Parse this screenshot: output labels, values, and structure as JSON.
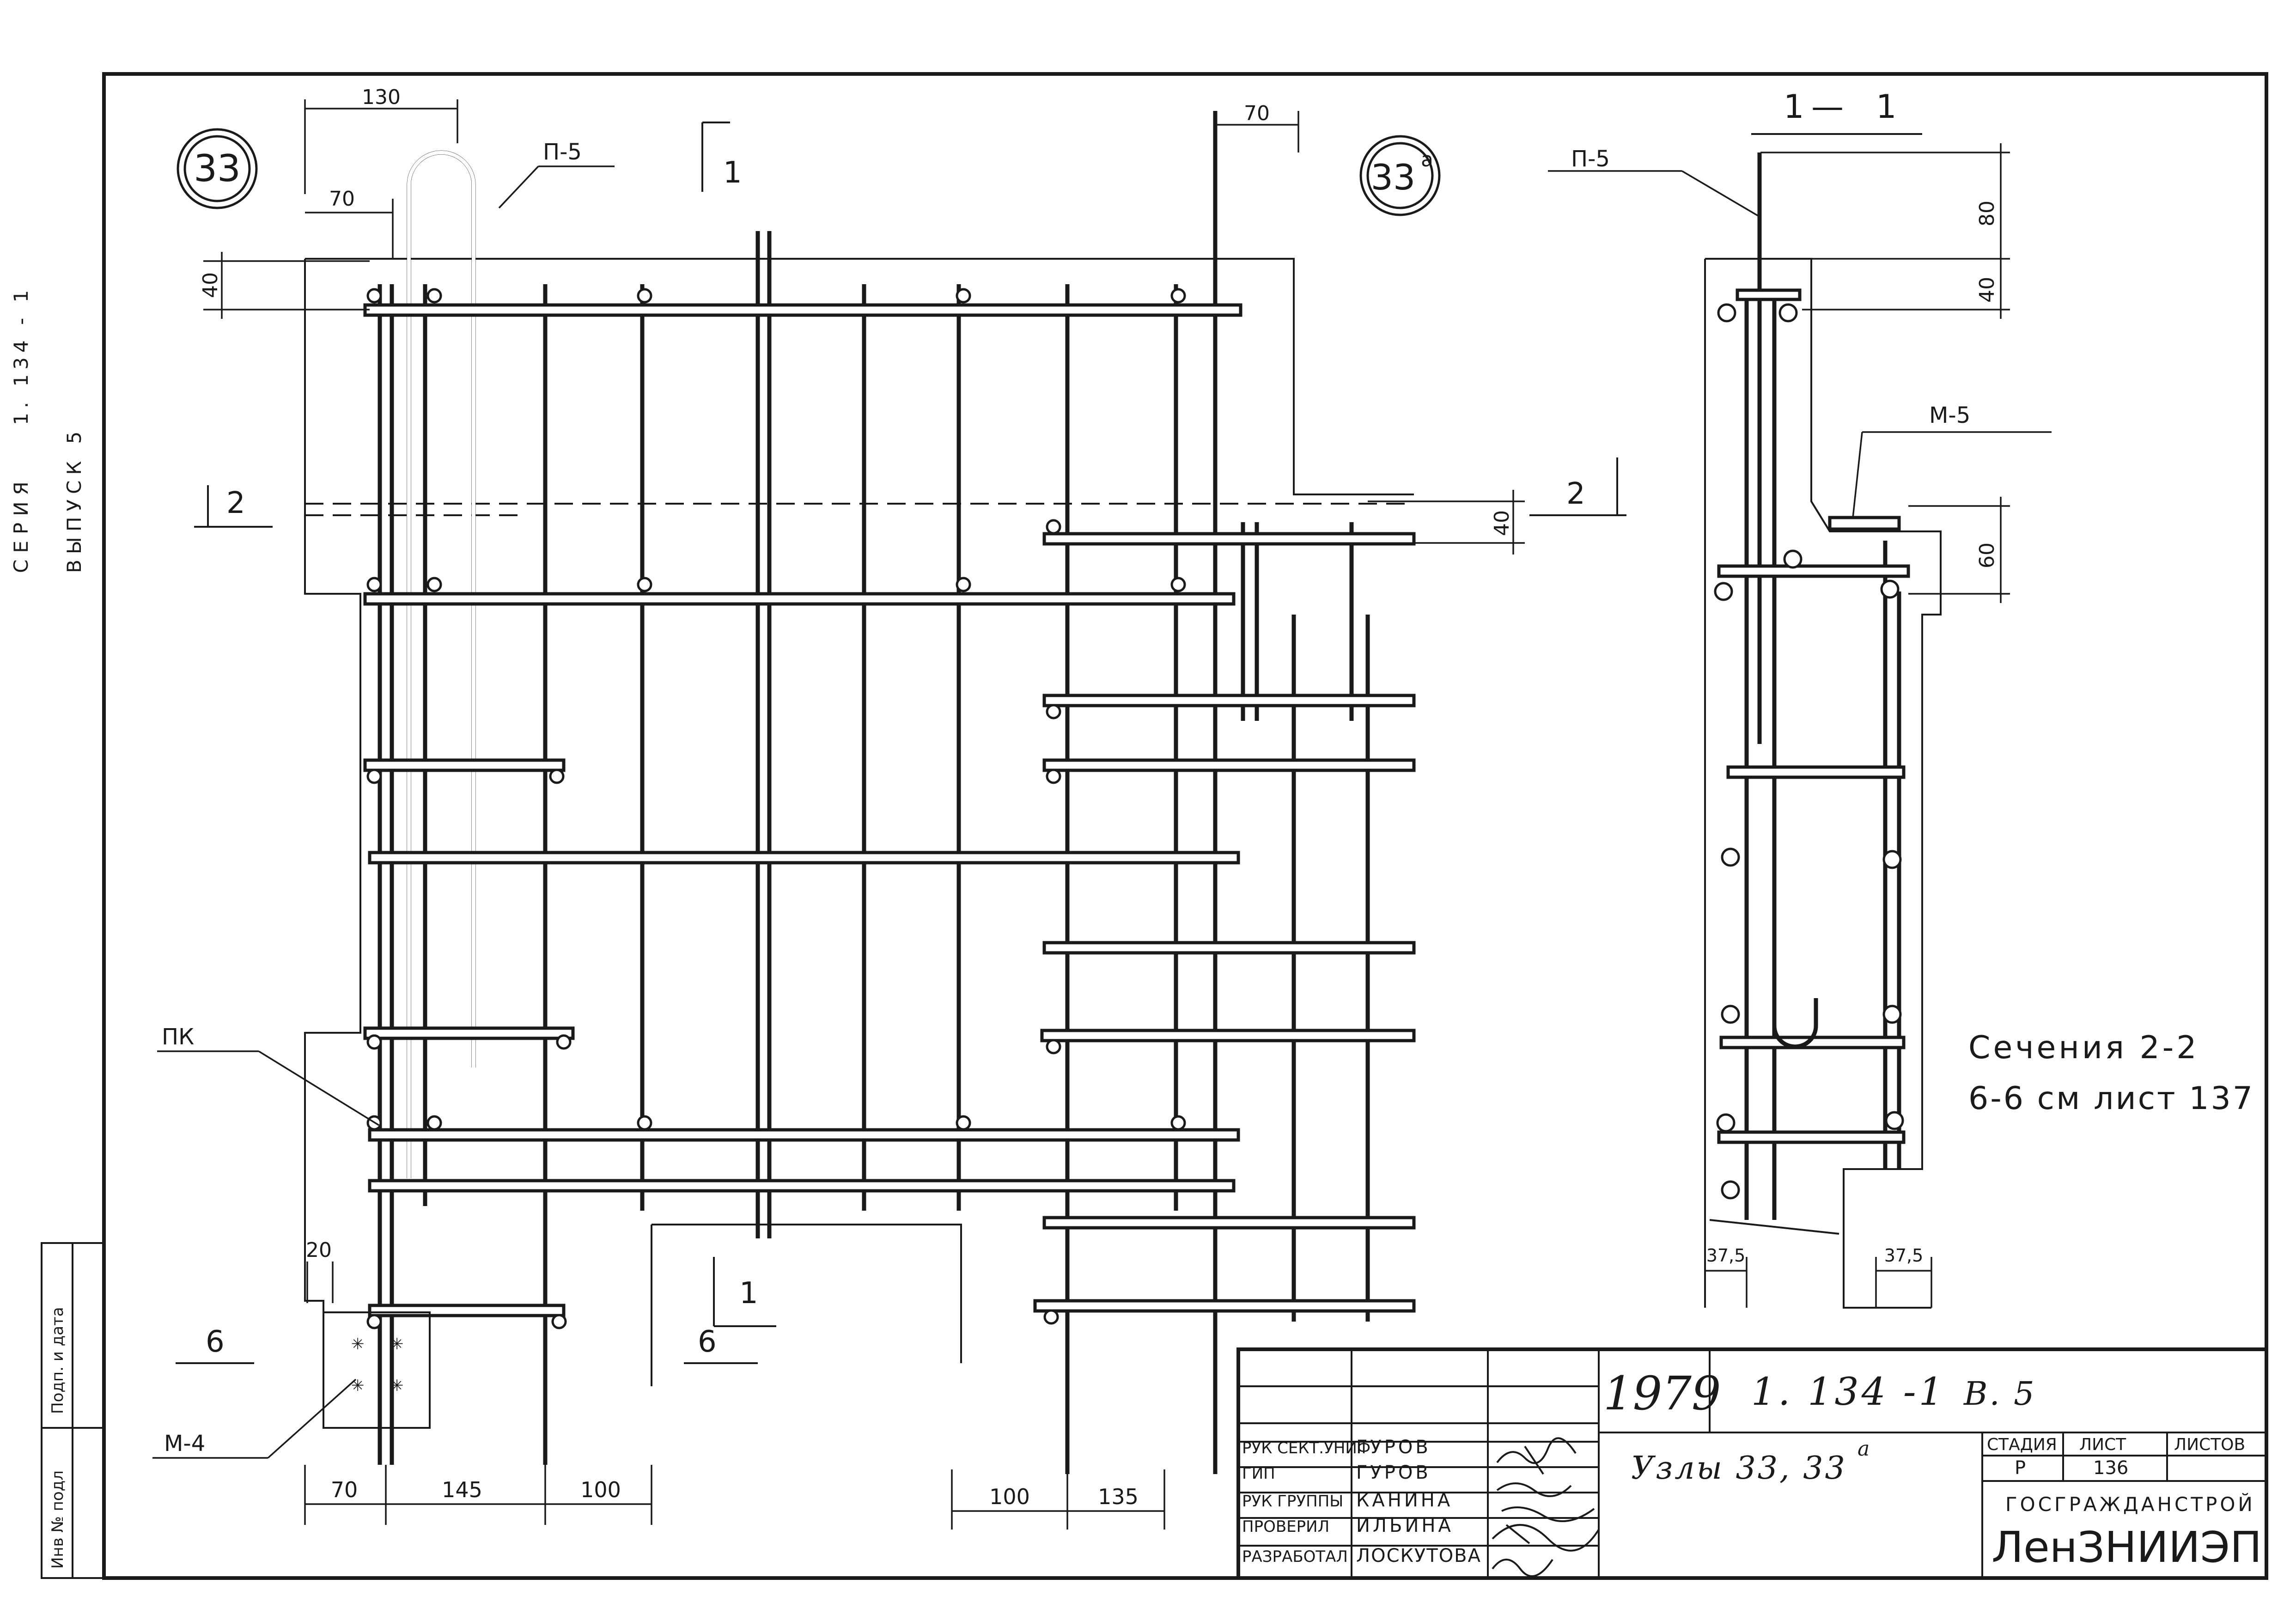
{
  "side_stamp": {
    "series_label": "СЕРИЯ",
    "series_value": "1. 134 - 1",
    "issue_label": "ВЫПУСК 5",
    "inv_label": "Инв № подл",
    "sign_label": "Подп. и дата"
  },
  "left_view": {
    "node_badge": "33",
    "top_dim_1": "130",
    "top_dim_2": "70",
    "left_dim_40": "40",
    "bottom_dim_20": "20",
    "label_p5": "П-5",
    "label_pk": "ПК",
    "label_m4": "М-4",
    "section_1_top": "1",
    "section_1_bottom": "1",
    "section_2_left": "2",
    "section_6_left": "6",
    "section_6_center": "6",
    "bottom_dims": [
      "70",
      "145",
      "100"
    ]
  },
  "right_view": {
    "node_badge": "33",
    "node_badge_sup": "а",
    "top_dim_70": "70",
    "right_dim_40": "40",
    "section_2_right": "2",
    "bottom_dims": [
      "100",
      "135"
    ]
  },
  "section_view": {
    "title_left": "1",
    "title_dash": "—",
    "title_right": "1",
    "label_p5": "П-5",
    "label_m5": "М-5",
    "dim_80": "80",
    "dim_40": "40",
    "dim_60": "60",
    "dim_bottom_left": "37,5",
    "dim_bottom_right": "37,5"
  },
  "note": {
    "line1": "Сечения 2-2",
    "line2": "6-6  см лист 137"
  },
  "title_block": {
    "year": "1979",
    "code": "1. 134 -1",
    "volume": "В. 5",
    "roles": [
      {
        "role": "РУК СЕКТ.УНИФ",
        "name": "ГУРОВ"
      },
      {
        "role": "ГИП",
        "name": "ГУРОВ"
      },
      {
        "role": "РУК ГРУППЫ",
        "name": "КАНИНА"
      },
      {
        "role": "ПРОВЕРИЛ",
        "name": "ИЛЬИНА"
      },
      {
        "role": "РАЗРАБОТАЛ",
        "name": "ЛОСКУТОВА"
      }
    ],
    "subject": "Узлы    33, 33",
    "subject_sup": "а",
    "stage_label": "СТАДИЯ",
    "sheet_label": "ЛИСТ",
    "sheets_label": "ЛИСТОВ",
    "stage_value": "Р",
    "sheet_value": "136",
    "sheets_value": "",
    "org_1": "ГОСГРАЖДАНСТРОЙ",
    "org_2": "ЛенЗНИИЭП"
  }
}
